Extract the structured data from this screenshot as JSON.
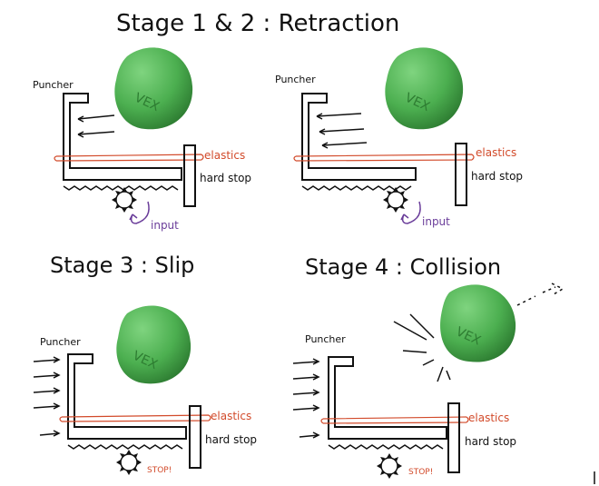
{
  "titles": {
    "stage12": "Stage 1 & 2 : Retraction",
    "stage3": "Stage 3 : Slip",
    "stage4": "Stage 4 : Collision"
  },
  "labels": {
    "puncher": "Puncher",
    "elastics": "elastics",
    "hard_stop": "hard stop",
    "input": "input",
    "stop": "STOP!"
  },
  "ball_logo": "VEX",
  "colors": {
    "ball": "#4caf50",
    "ball_dark": "#2e7d32",
    "elastic": "#d24a2a",
    "input_arrow": "#6a3d9a",
    "ink": "#111111"
  }
}
